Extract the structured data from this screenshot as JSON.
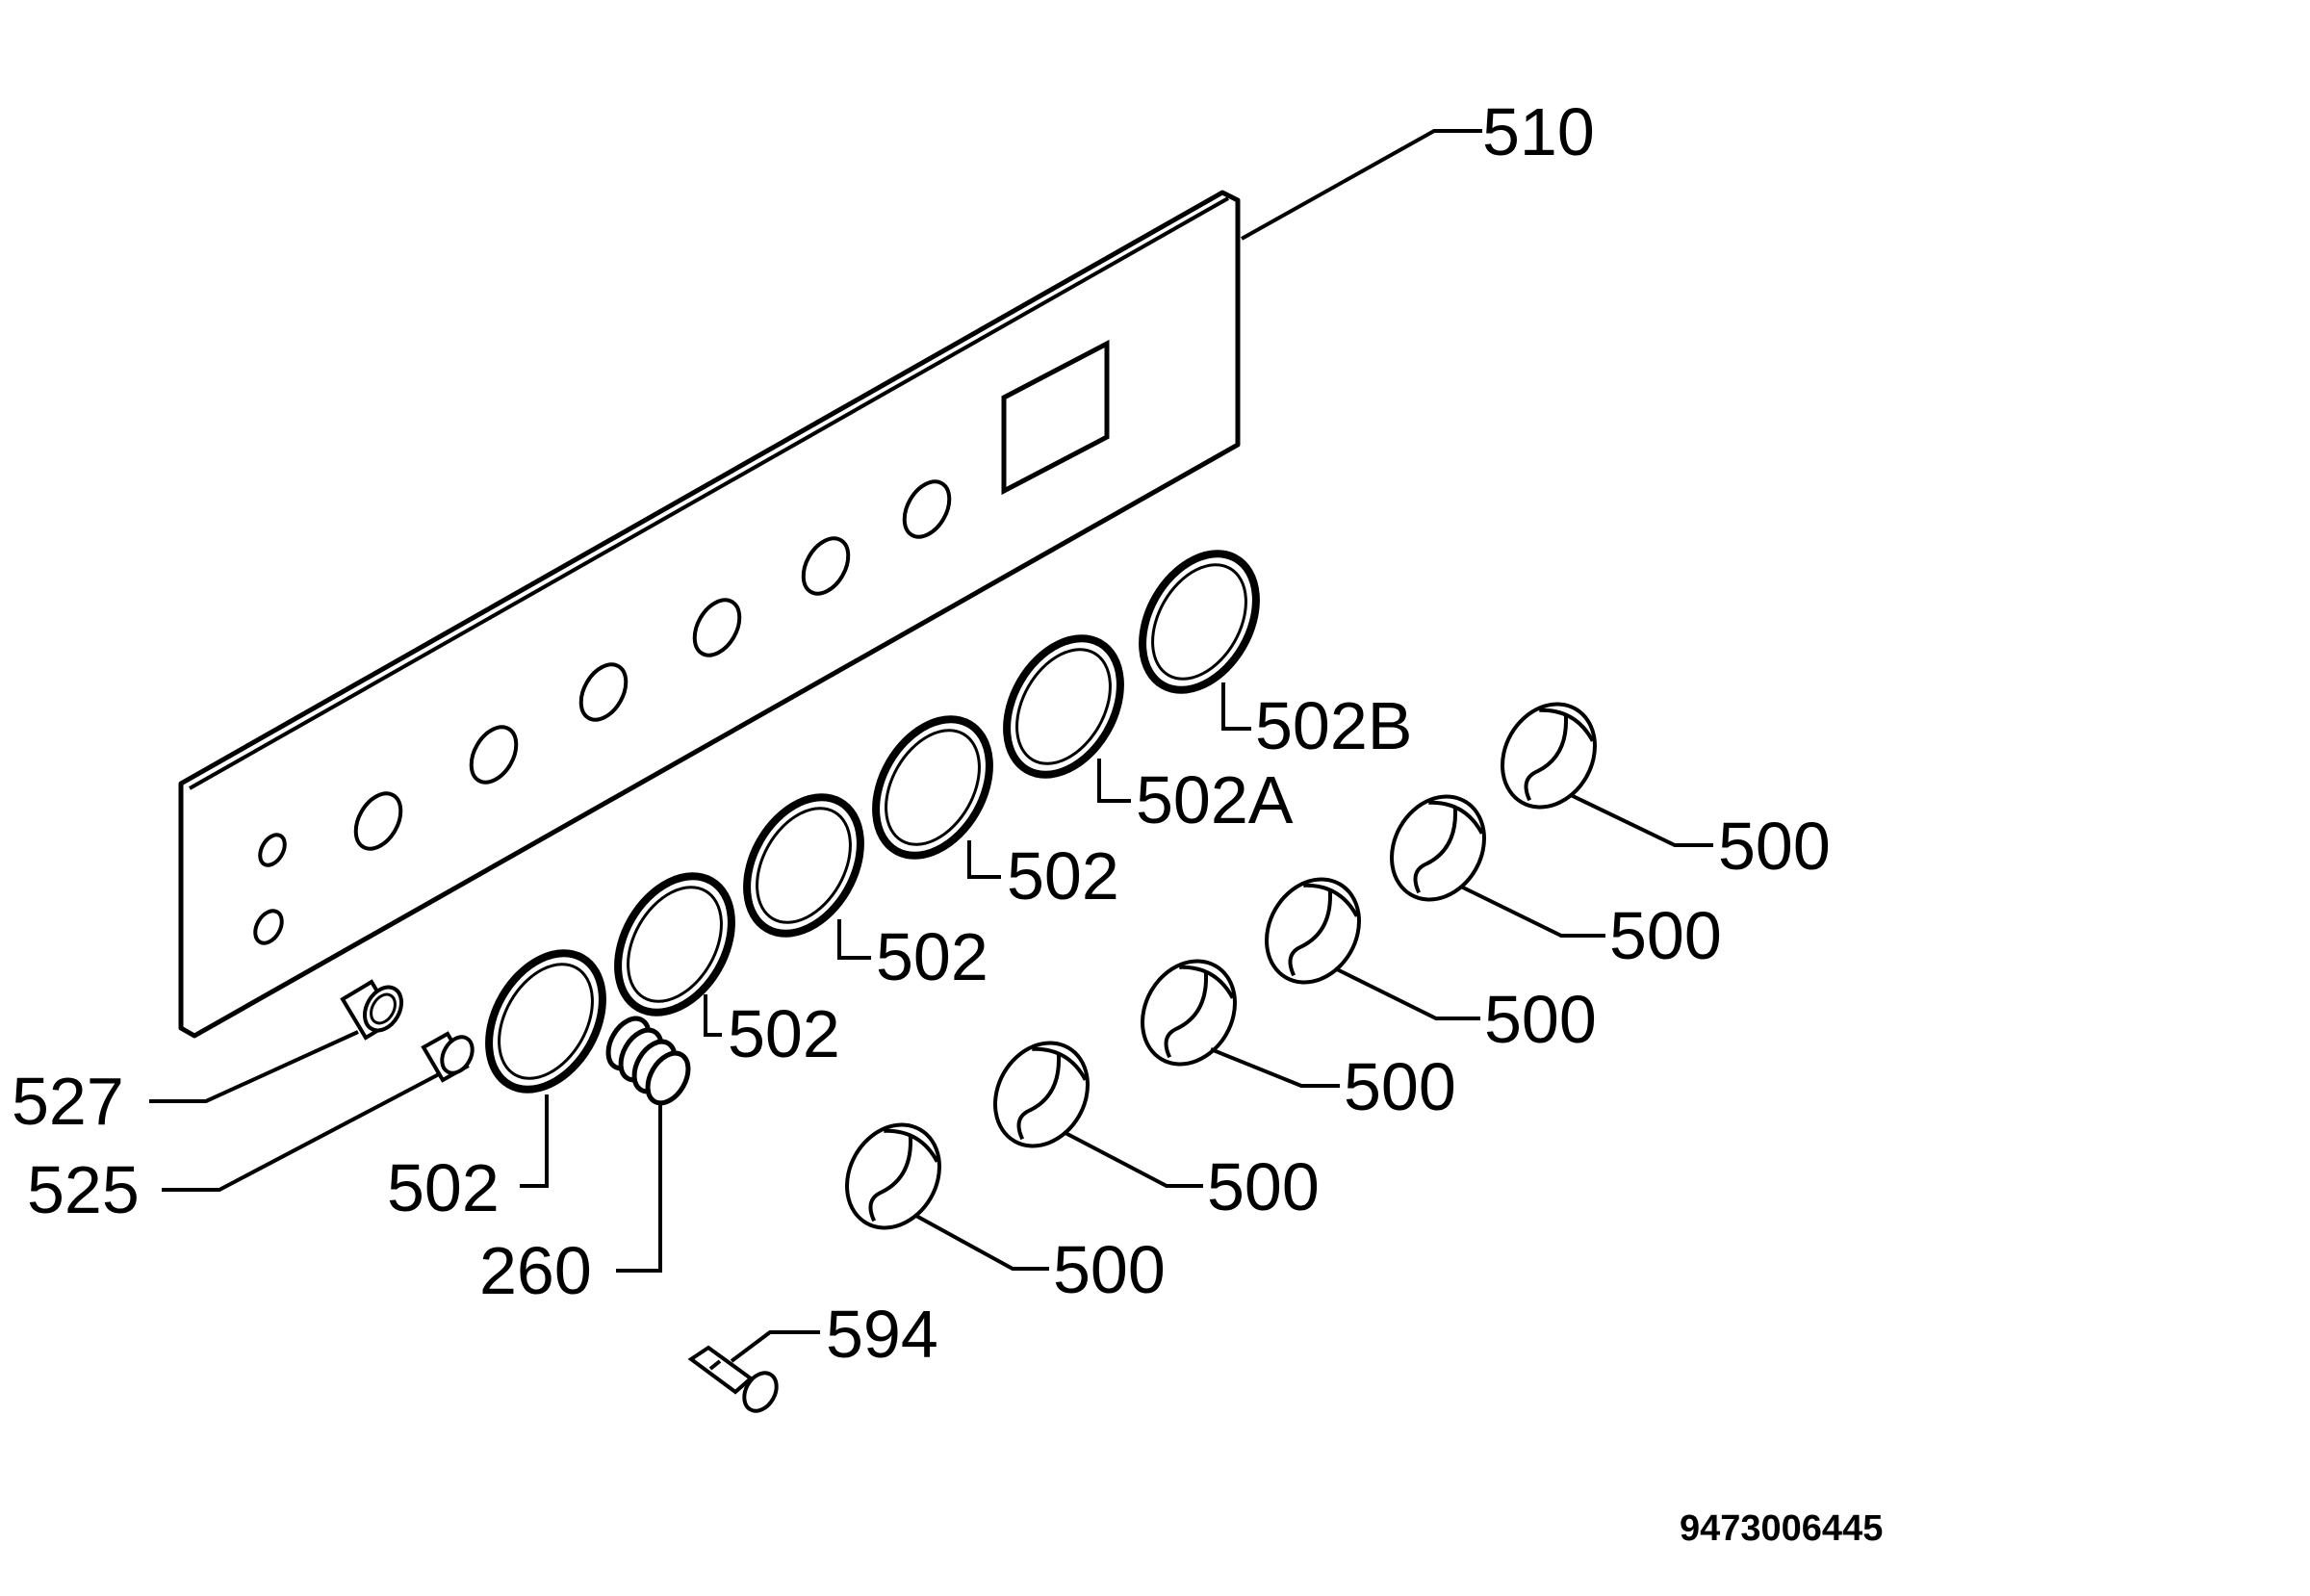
{
  "diagram": {
    "drawing_code": "9473006445",
    "labels": {
      "panel": "510",
      "bezel_b": "502B",
      "bezel_a": "502A",
      "bezel": "502",
      "knob": "500",
      "button_large": "527",
      "button_small": "525",
      "spring": "260",
      "pin": "594"
    }
  }
}
